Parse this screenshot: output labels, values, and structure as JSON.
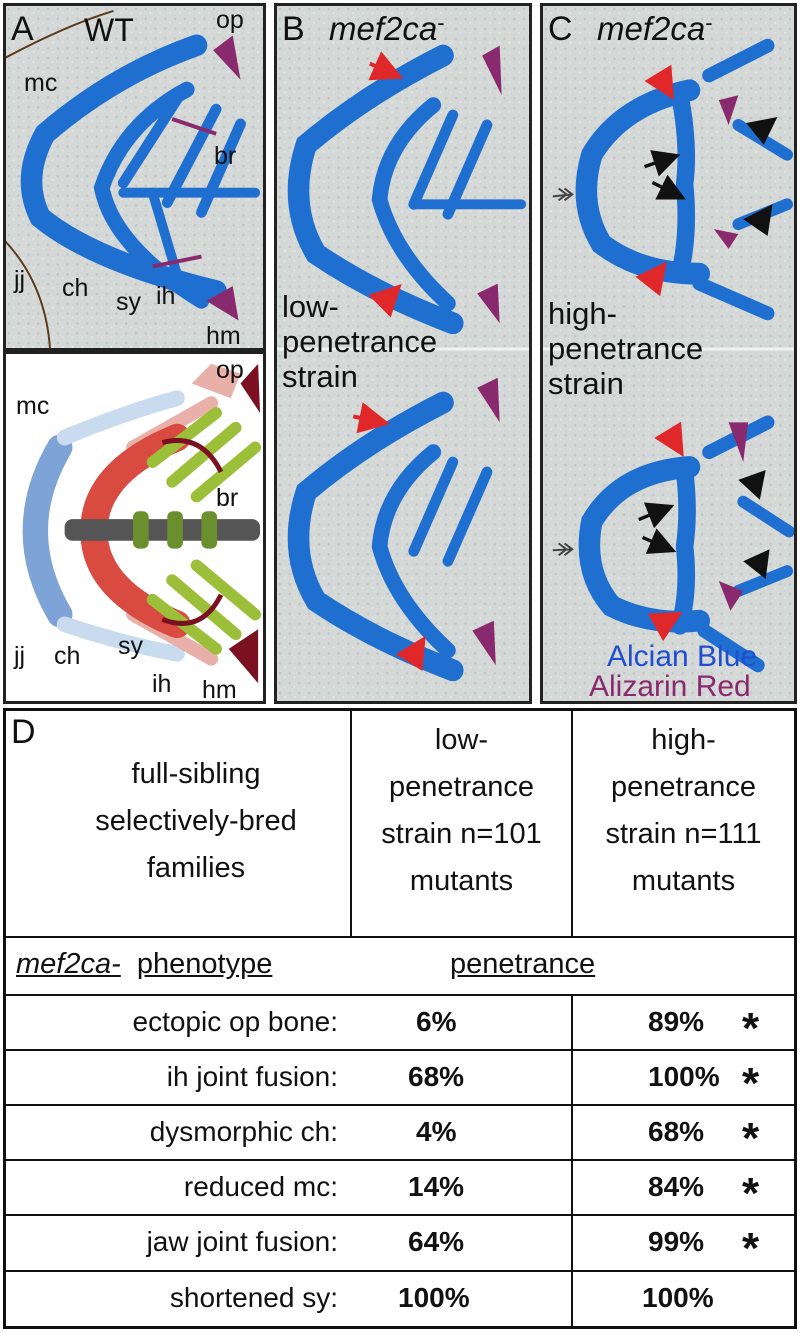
{
  "panels": {
    "A": {
      "letter": "A",
      "title": "WT",
      "photo_labels": {
        "mc": "mc",
        "op": "op",
        "br": "br",
        "jj": "jj",
        "ch": "ch",
        "sy": "sy",
        "ih": "ih",
        "hm": "hm"
      },
      "diagram_labels": {
        "mc": "mc",
        "op": "op",
        "br": "br",
        "jj": "jj",
        "ch": "ch",
        "sy": "sy",
        "ih": "ih",
        "hm": "hm"
      }
    },
    "B": {
      "letter": "B",
      "title": "mef2ca",
      "title_sup": "-",
      "strain_lines": [
        "low-",
        "penetrance",
        "strain"
      ]
    },
    "C": {
      "letter": "C",
      "title": "mef2ca",
      "title_sup": "-",
      "strain_lines": [
        "high-",
        "penetrance",
        "strain"
      ],
      "stain_blue": "Alcian Blue",
      "stain_red": "Alizarin Red"
    }
  },
  "colors": {
    "alcian_blue": "#1f6fd0",
    "alizarin_red": "#8a2a6e",
    "arrow_red": "#e0282a",
    "mc_fill": "#7ea3d6",
    "ch_fill": "#d94a40",
    "br_fill": "#9cbf3a",
    "op_fill": "#7a1020",
    "pharyngeal_fill": "#e8b0a8"
  },
  "table": {
    "letter": "D",
    "header_left": [
      "full-sibling",
      "selectively-bred",
      "families"
    ],
    "header_low": [
      "low-",
      "penetrance",
      "strain n=101",
      "mutants"
    ],
    "header_high": [
      "high-",
      "penetrance",
      "strain n=111",
      "mutants"
    ],
    "phenotype_gene": "mef2ca-",
    "phenotype_word": "phenotype",
    "penetrance_label": "penetrance",
    "rows": [
      {
        "label": "ectopic op bone:",
        "low": "6%",
        "high": "89%",
        "star": "*"
      },
      {
        "label": "ih joint fusion:",
        "low": "68%",
        "high": "100%",
        "star": "*"
      },
      {
        "label": "dysmorphic ch:",
        "low": "4%",
        "high": "68%",
        "star": "*"
      },
      {
        "label": "reduced mc:",
        "low": "14%",
        "high": "84%",
        "star": "*"
      },
      {
        "label": "jaw joint fusion:",
        "low": "64%",
        "high": "99%",
        "star": "*"
      },
      {
        "label": "shortened sy:",
        "low": "100%",
        "high": "100%",
        "star": ""
      }
    ]
  }
}
